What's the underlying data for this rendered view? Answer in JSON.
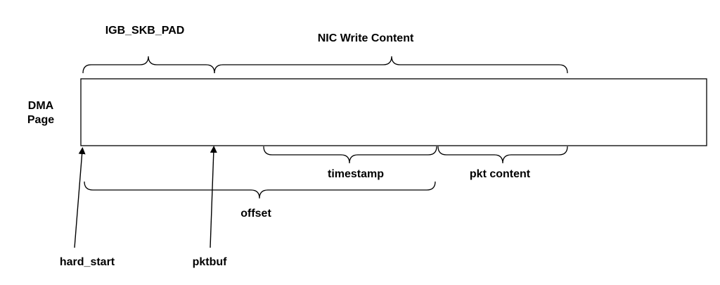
{
  "diagram": {
    "labels": {
      "igb_skb_pad": "IGB_SKB_PAD",
      "nic_write_content": "NIC Write Content",
      "dma_page_line1": "DMA",
      "dma_page_line2": "Page",
      "timestamp": "timestamp",
      "pkt_content": "pkt content",
      "offset": "offset",
      "hard_start": "hard_start",
      "pktbuf": "pktbuf"
    },
    "colors": {
      "stroke": "#000000",
      "text": "#000000",
      "background": "#ffffff"
    }
  }
}
